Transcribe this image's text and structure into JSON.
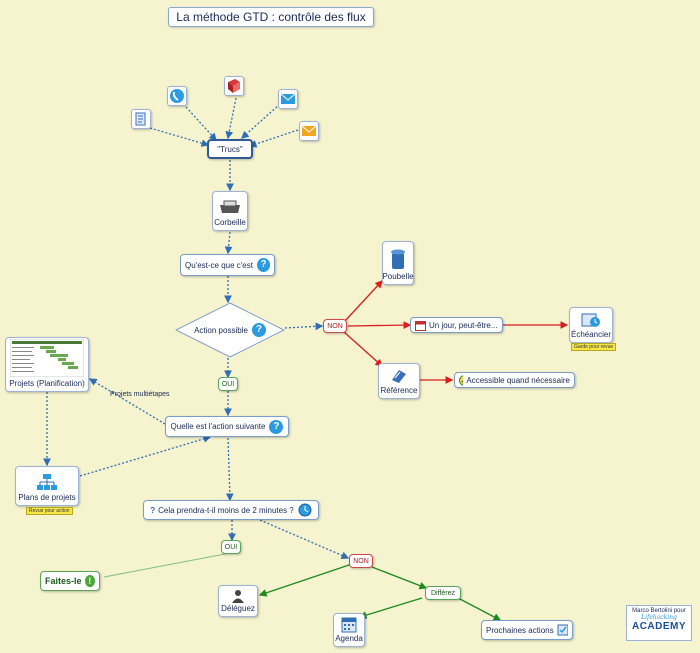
{
  "title": "La méthode GTD : contrôle des flux",
  "nodes": {
    "trucs": "\"Trucs\"",
    "corbeille": "Corbeille",
    "questce": "Qu'est-ce que c'est",
    "action_possible": "Action possible",
    "non_1": "NON",
    "poubelle": "Poubelle",
    "un_jour": "Un jour, peut-être...",
    "echeancier": "Échéancier",
    "echeancier_note": "Garde pour revue",
    "reference": "Référence",
    "accessible": "Accessible quand nécessaire",
    "oui_1": "OUI",
    "projets": "Projets (Planification)",
    "projets_multietapes": "Projets multiétapes",
    "quelle_action": "Quelle est l'action suivante",
    "plans_projets": "Plans de projets",
    "plans_note": "Revue pour action",
    "deux_minutes": "Cela prendra-t-il moins de 2 minutes ?",
    "oui_2": "OUI",
    "non_2": "NON",
    "faites_le": "Faites-le",
    "deleguez": "Déléguez",
    "differez": "Différez",
    "agenda": "Agenda",
    "prochaines": "Prochaines actions",
    "credit": "Marco Bertolini pour",
    "academy": "ACADEMY",
    "academy_script": "Lifehacking"
  },
  "colors": {
    "background": "#f6f4cf",
    "flow_blue": "#2f6db5",
    "flow_red": "#d81e1e",
    "flow_green": "#1e8a1e"
  },
  "icons": [
    "notepad-icon",
    "phone-icon",
    "book-icon",
    "email-icon",
    "envelope-icon",
    "inbox-tray-icon",
    "trash-can-icon",
    "calendar-icon",
    "clock-icon",
    "folder-icon",
    "check-icon",
    "agenda-icon",
    "org-chart-icon",
    "person-icon",
    "exclamation-icon",
    "question-icon"
  ]
}
